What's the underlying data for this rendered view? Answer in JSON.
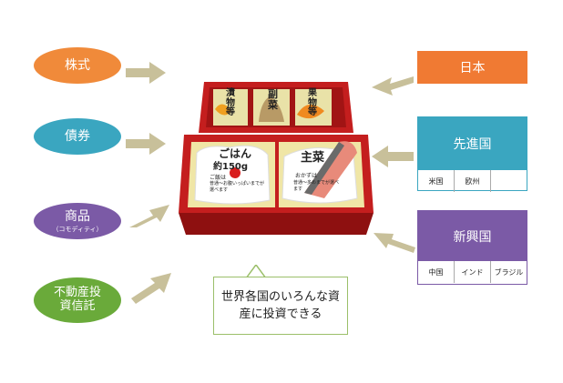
{
  "assets": [
    {
      "label": "株式",
      "sub": ""
    },
    {
      "label": "債券",
      "sub": ""
    },
    {
      "label": "商品",
      "sub": "（コモディティ）"
    },
    {
      "label": "不動産投資信託",
      "sub": ""
    }
  ],
  "regions": {
    "japan": "日本",
    "developed": {
      "label": "先進国",
      "cells": [
        "米国",
        "欧州",
        ""
      ]
    },
    "emerging": {
      "label": "新興国",
      "cells": [
        "中国",
        "インド",
        "ブラジル"
      ]
    }
  },
  "callout": "世界各国のいろんな資産に投資できる",
  "bento": {
    "top_items": [
      "漬物等",
      "副菜",
      "果物等"
    ],
    "rice": {
      "title": "ごはん",
      "weight": "約150g",
      "note_title": "ご飯は",
      "note": "普通～お腹いっぱいまでが選べます"
    },
    "main": {
      "title": "主菜",
      "note_title": "おかずは",
      "note": "普通～多めまでが選べます"
    }
  },
  "colors": {
    "stock": "#f08a3a",
    "bond": "#3aa6c0",
    "commodity": "#7b5aa6",
    "reit": "#6aaa3a",
    "japan": "#f07a33",
    "developed": "#3aa6c0",
    "emerging": "#7b5aa6",
    "arrow": "#c8c09a",
    "box": "#c41e1e",
    "box_inner": "#f0e6a6"
  }
}
